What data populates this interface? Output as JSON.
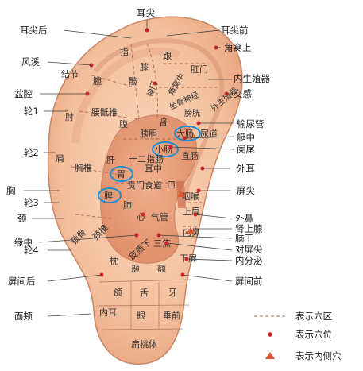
{
  "external_labels": {
    "ear_apex": "耳尖",
    "apex_back": "耳尖后",
    "apex_front": "耳尖前",
    "fengxi": "风溪",
    "jiewo_shang": "角窝上",
    "inner_genitalia": "内生殖器",
    "sympathetic": "交感",
    "pelvis": "盆腔",
    "helix1": "轮1",
    "ureter": "输尿管",
    "cymba": "艇中",
    "appendix": "阑尾",
    "helix2": "轮2",
    "outer_ear": "外耳",
    "chest": "胸",
    "helix3": "轮3",
    "tragus_apex": "屏尖",
    "neck": "颈",
    "outer_nose": "外鼻",
    "adrenal": "肾上腺",
    "yuanzhong": "缘中",
    "brainstem": "脑干",
    "helix4": "轮4",
    "antitragus_apex": "对屏尖",
    "endocrine": "内分泌",
    "intertragic_back": "屏间后",
    "intertragic_front": "屏间前",
    "cheek": "面颊"
  },
  "zone_labels": {
    "finger": "指",
    "wrist": "腕",
    "knot": "结节",
    "elbow": "肘",
    "shoulder": "肩",
    "knee": "膝",
    "hip": "髋",
    "heel": "跟",
    "anus": "肛门",
    "shenmen": "神门",
    "jiaowo_zhong": "角窝中",
    "sciatic": "坐骨神经",
    "bladder": "膀胱",
    "external_genitalia": "外生殖器",
    "lumbosacral": "腰骶椎",
    "abdomen": "腹",
    "kidney": "肾",
    "large_intestine": "大肠",
    "urethra": "尿道",
    "pancreas_gb": "胰胆",
    "small_intestine": "小肠",
    "rectum": "直肠",
    "thoracic": "胸椎",
    "liver": "肝",
    "duodenum": "十二指肠",
    "stomach": "胃",
    "ear_center": "耳中",
    "cardia_esophagus": "贲门食道",
    "mouth": "口",
    "spleen": "脾",
    "throat": "咽喉",
    "lung": "肺",
    "heart": "心",
    "trachea": "气管",
    "upper_tragus": "上屏",
    "clavicle": "锁骨",
    "cervical": "颈椎",
    "sanjiao": "三焦",
    "inner_nose": "内鼻",
    "occiput": "枕",
    "subcortex": "皮质下",
    "lower_tragus": "下屏",
    "temple": "颞",
    "forehead": "额",
    "jaw": "颌",
    "tongue": "舌",
    "tooth": "牙",
    "inner_ear": "内耳",
    "eye": "眼",
    "lower_jaw": "垂前",
    "tonsil": "扁桃体"
  },
  "legend": {
    "zone": "表示穴区",
    "point": "表示穴位",
    "inner": "表示内侧穴"
  },
  "colors": {
    "ear_skin": "#f6c9a8",
    "helix": "#efb28c",
    "concha": "#e89a78",
    "highlight_ring": "#1e8fd6",
    "point": "#d0202a",
    "inner_triangle": "#e0552b"
  }
}
